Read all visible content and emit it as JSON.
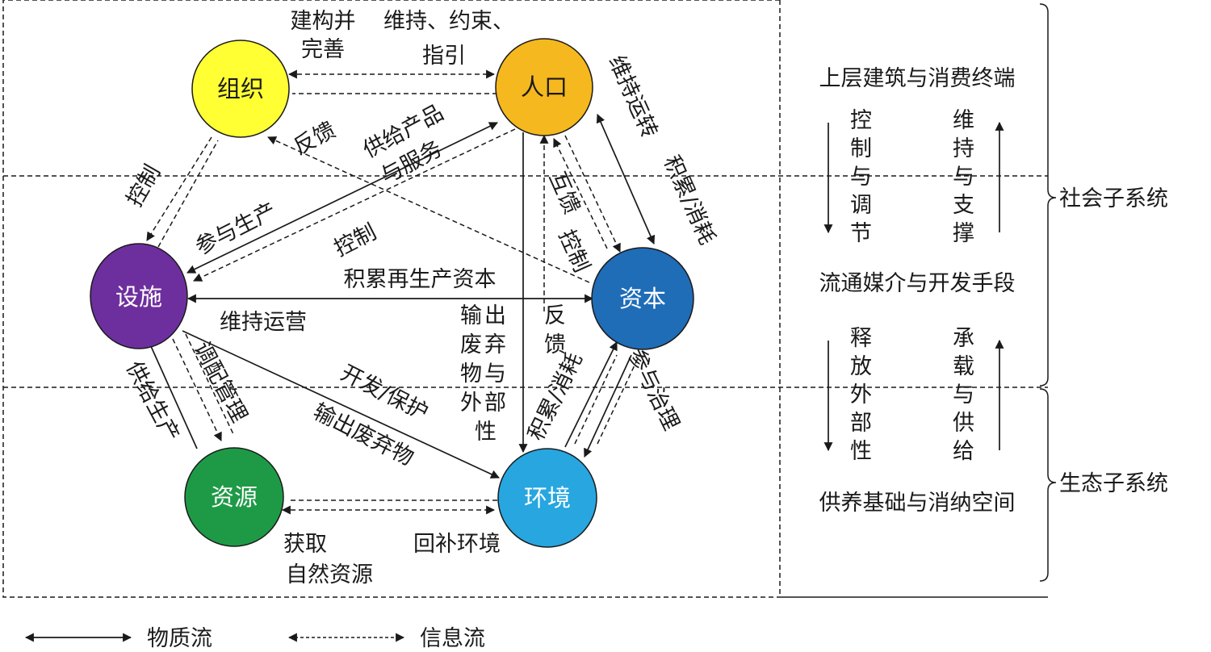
{
  "nodes": {
    "org": {
      "label": "组织",
      "color": "#ffff33"
    },
    "pop": {
      "label": "人口",
      "color": "#f5b81e"
    },
    "fac": {
      "label": "设施",
      "color": "#6e2f9e"
    },
    "cap": {
      "label": "资本",
      "color": "#1f6cb7"
    },
    "res": {
      "label": "资源",
      "color": "#1e9a46"
    },
    "env": {
      "label": "环境",
      "color": "#27a6e0"
    }
  },
  "edge_labels": {
    "org_pop_left": [
      "建构并",
      "完善"
    ],
    "org_pop_right": [
      "维持、约束、",
      "指引"
    ],
    "feedback_org": "反馈",
    "supply_goods": [
      "供给产品",
      "与服务"
    ],
    "control_fac_org": "控制",
    "participate_production": "参与生产",
    "control_fac_pop": "控制",
    "mutual_feedback": "互馈",
    "control_pop_cap": "控制",
    "sustain_operation": "维持运转",
    "accumulate_consume_top": "积累/消耗",
    "accumulate_capital": "积累再生产资本",
    "maintain_operation": "维持运营",
    "output_waste_externality": [
      "输",
      "出",
      "废",
      "弃",
      "物",
      "与",
      "外",
      "部",
      "性"
    ],
    "feedback_cap": [
      "反",
      "馈"
    ],
    "dispatch_manage": "调配管理",
    "supply_production": "供给生产",
    "develop_protect": "开发/保护",
    "output_waste": "输出废弃物",
    "accumulate_consume_bottom": "积累/消耗",
    "participate_governance": "参与治理",
    "acquire_resources": [
      "获取",
      "自然资源"
    ],
    "replenish_env": "回补环境"
  },
  "right_panel": {
    "top_title": "上层建筑与消费终端",
    "control_regulate": [
      "控",
      "制",
      "与",
      "调",
      "节"
    ],
    "maintain_support": [
      "维",
      "持",
      "与",
      "支",
      "撑"
    ],
    "middle_title": "流通媒介与开发手段",
    "release_externality": [
      "释",
      "放",
      "外",
      "部",
      "性"
    ],
    "carry_supply": [
      "承",
      "载",
      "与",
      "供",
      "给"
    ],
    "bottom_title": "供养基础与消纳空间"
  },
  "subsystems": {
    "social": "社会子系统",
    "ecological": "生态子系统"
  },
  "legend": {
    "material": "物质流",
    "information": "信息流"
  }
}
